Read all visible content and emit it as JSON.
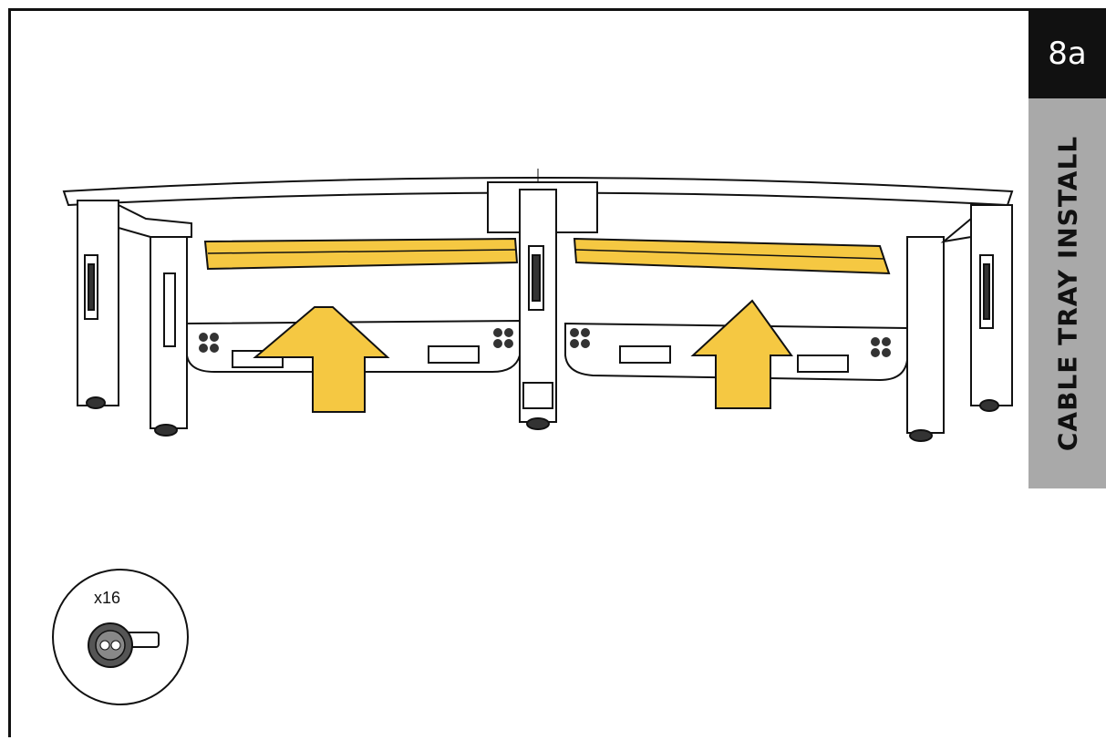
{
  "step": {
    "number": "8a",
    "title": "CABLE TRAY INSTALL"
  },
  "hardware": {
    "quantity": "x16",
    "icon": "thumb-screw-icon"
  },
  "colors": {
    "accent": "#f5c842",
    "tab_gray": "#a9a9a9",
    "ink": "#111111"
  }
}
